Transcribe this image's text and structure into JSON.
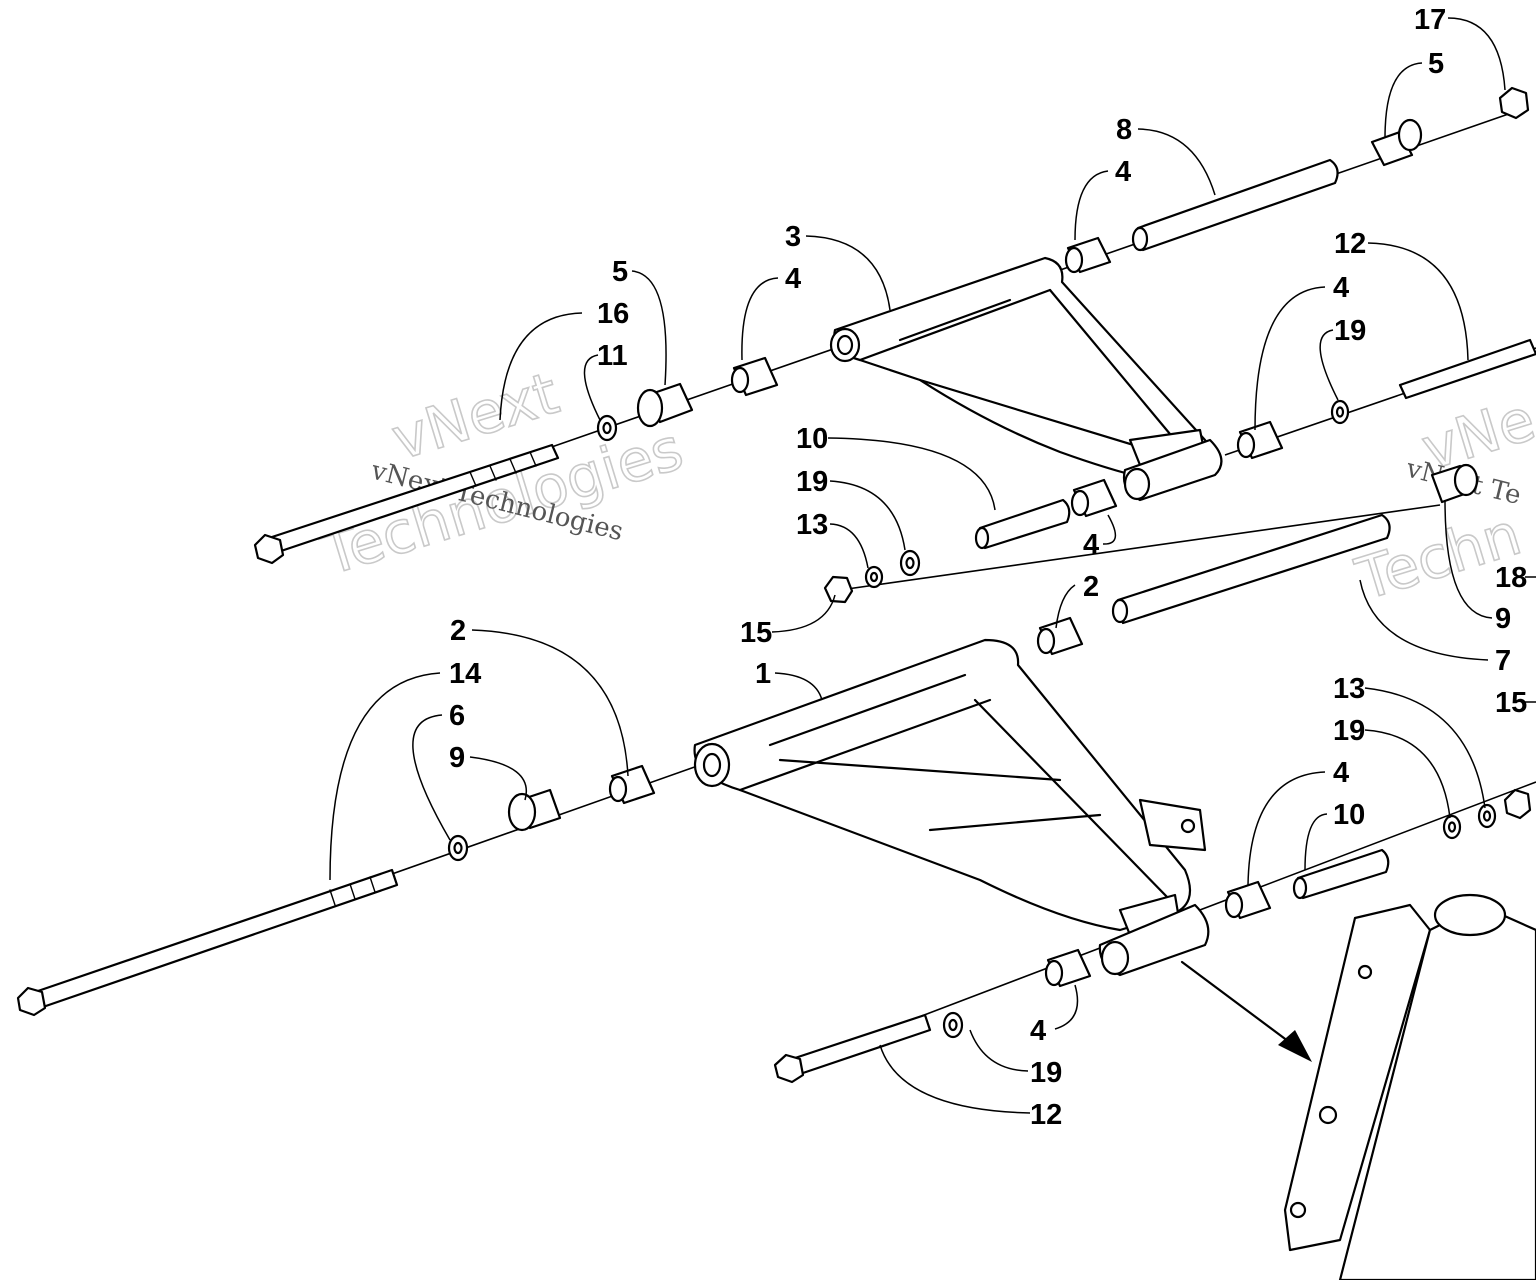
{
  "watermark": {
    "line1": "vNext",
    "line2": "Technologies",
    "small": "vNext Technologies",
    "right_small": "vNext Te",
    "right_big1": "vNe",
    "right_big2": "Techn"
  },
  "callouts": [
    {
      "id": "c17",
      "label": "17"
    },
    {
      "id": "c5a",
      "label": "5"
    },
    {
      "id": "c8",
      "label": "8"
    },
    {
      "id": "c4a",
      "label": "4"
    },
    {
      "id": "c3",
      "label": "3"
    },
    {
      "id": "c12a",
      "label": "12"
    },
    {
      "id": "c5b",
      "label": "5"
    },
    {
      "id": "c4b",
      "label": "4"
    },
    {
      "id": "c16",
      "label": "16"
    },
    {
      "id": "c11",
      "label": "11"
    },
    {
      "id": "c4c",
      "label": "4"
    },
    {
      "id": "c19a",
      "label": "19"
    },
    {
      "id": "c10a",
      "label": "10"
    },
    {
      "id": "c19b",
      "label": "19"
    },
    {
      "id": "c13a",
      "label": "13"
    },
    {
      "id": "c4d",
      "label": "4"
    },
    {
      "id": "c2a",
      "label": "2"
    },
    {
      "id": "c18",
      "label": "18"
    },
    {
      "id": "c9a",
      "label": "9"
    },
    {
      "id": "c7",
      "label": "7"
    },
    {
      "id": "c15a",
      "label": "15"
    },
    {
      "id": "c2b",
      "label": "2"
    },
    {
      "id": "c14",
      "label": "14"
    },
    {
      "id": "c6",
      "label": "6"
    },
    {
      "id": "c9b",
      "label": "9"
    },
    {
      "id": "c1",
      "label": "1"
    },
    {
      "id": "c15b",
      "label": "15"
    },
    {
      "id": "c13b",
      "label": "13"
    },
    {
      "id": "c19c",
      "label": "19"
    },
    {
      "id": "c4e",
      "label": "4"
    },
    {
      "id": "c10b",
      "label": "10"
    },
    {
      "id": "c4f",
      "label": "4"
    },
    {
      "id": "c19d",
      "label": "19"
    },
    {
      "id": "c12b",
      "label": "12"
    }
  ]
}
